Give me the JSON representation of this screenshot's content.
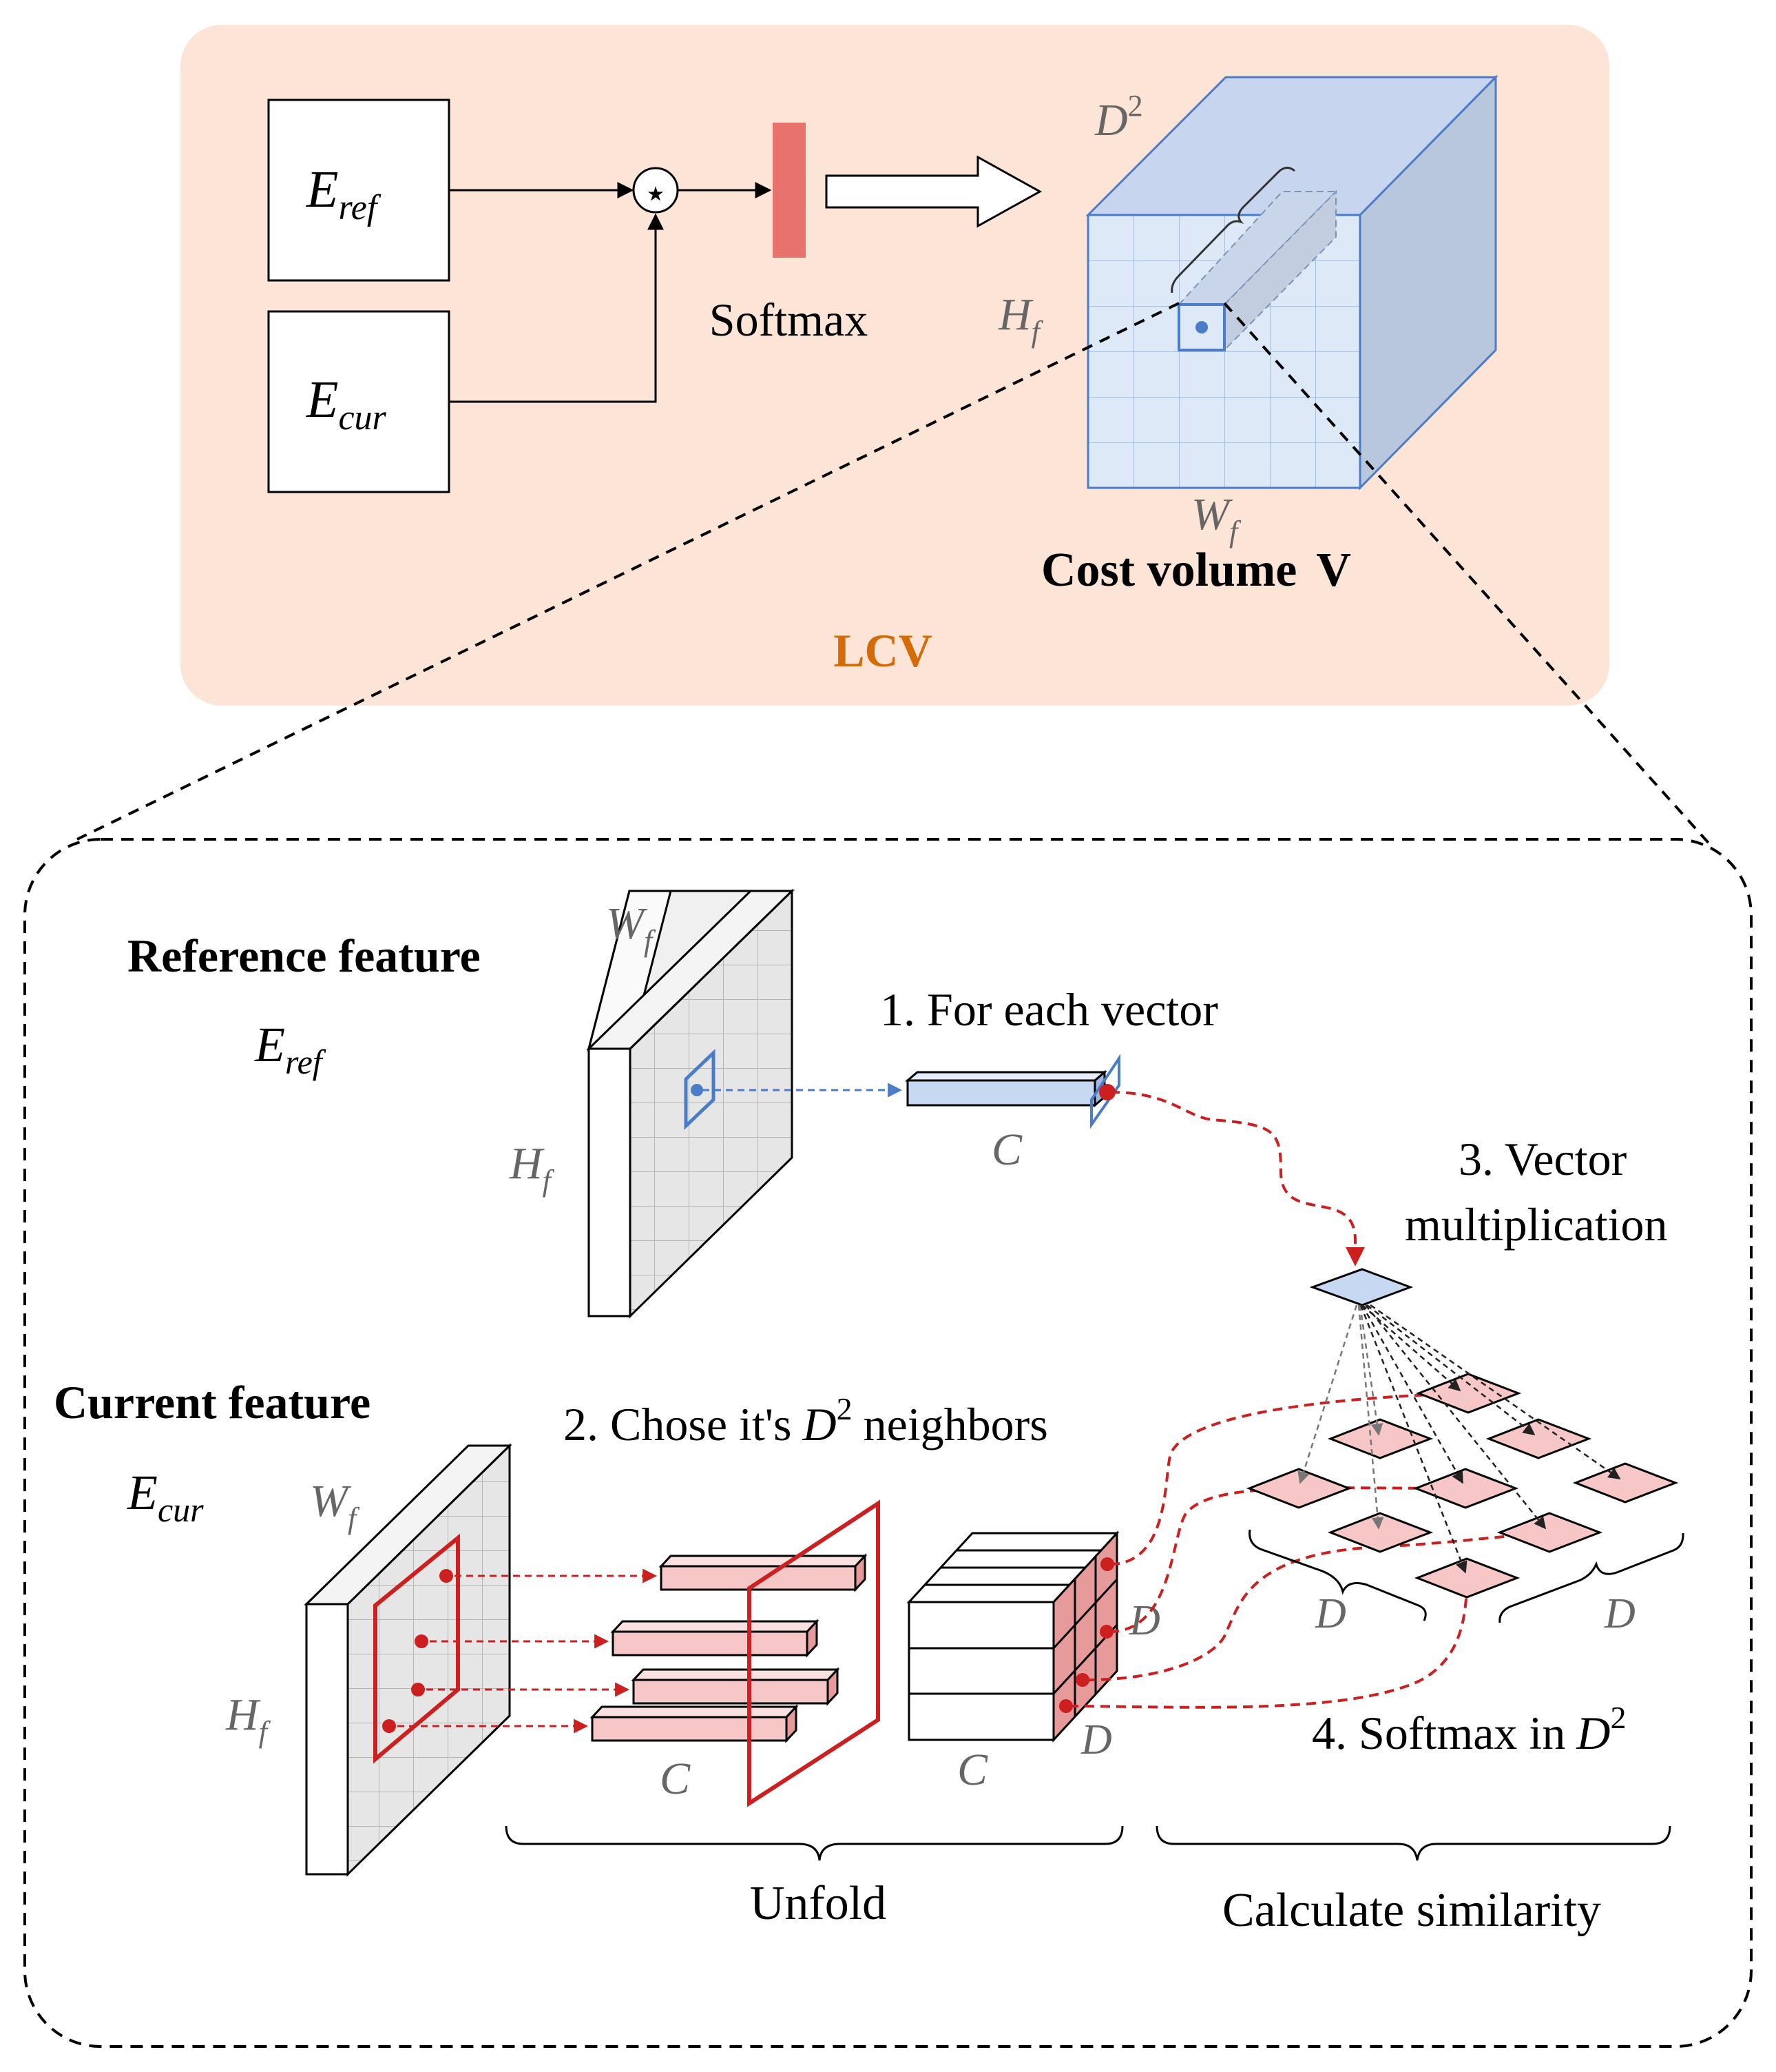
{
  "colors": {
    "lcv_panel": "#fce4d6",
    "lcv_label": "#d46b08",
    "softmax_bar": "#e8736c",
    "cube_front": "#dde9f7",
    "cube_top": "#c7d6ee",
    "cube_side": "#b9c7dc",
    "blue": "#4a7cc8",
    "red": "#cc1f1f",
    "pink": "#f7c7c7",
    "pink_dark": "#e79a9a",
    "gray_text": "#666666"
  },
  "top": {
    "e_ref": {
      "main": "E",
      "sub": "ref"
    },
    "e_cur": {
      "main": "E",
      "sub": "cur"
    },
    "softmax": "Softmax",
    "cube_depth": {
      "main": "D",
      "sup": "2"
    },
    "cube_height": {
      "main": "H",
      "sub": "f"
    },
    "cube_width": {
      "main": "W",
      "sub": "f"
    },
    "cost_volume": "Cost volume",
    "cost_volume_symbol": "V",
    "lcv": "LCV"
  },
  "bottom": {
    "ref_title": "Reference feature",
    "ref_symbol": {
      "main": "E",
      "sub": "ref"
    },
    "ref_w": {
      "main": "W",
      "sub": "f"
    },
    "ref_h": {
      "main": "H",
      "sub": "f"
    },
    "step1": "1. For each vector",
    "vec_c": "C",
    "step3_line1": "3. Vector",
    "step3_line2": "multiplication",
    "cur_title": "Current feature",
    "cur_symbol": {
      "main": "E",
      "sub": "cur"
    },
    "cur_w": {
      "main": "W",
      "sub": "f"
    },
    "cur_h": {
      "main": "H",
      "sub": "f"
    },
    "step2_prefix": "2. Chose it's",
    "step2_sym": {
      "main": "D",
      "sup": "2"
    },
    "step2_suffix": "neighbors",
    "bars_c": "C",
    "block_c": "C",
    "block_d_side": "D",
    "block_d_bottom": "D",
    "grid_d_left": "D",
    "grid_d_right": "D",
    "step4_prefix": "4. Softmax in",
    "step4_sym": {
      "main": "D",
      "sup": "2"
    },
    "unfold": "Unfold",
    "calc_similarity": "Calculate similarity"
  }
}
